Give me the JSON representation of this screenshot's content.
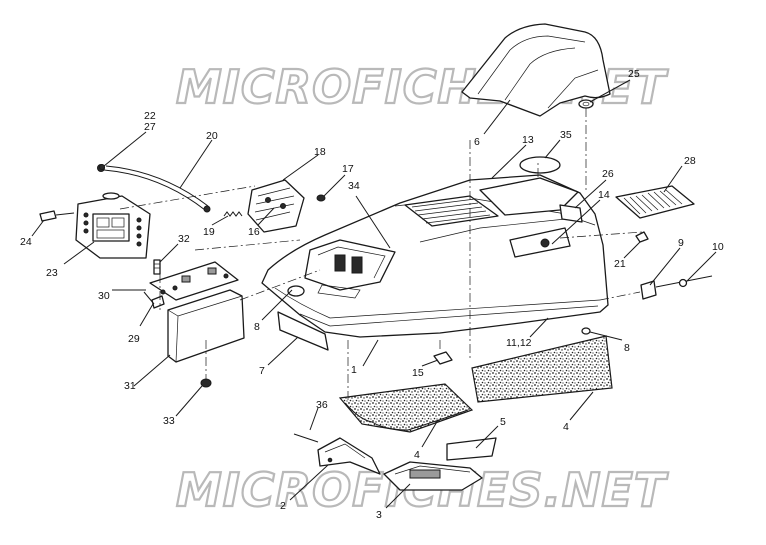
{
  "watermark": {
    "top_text": "MICROFICHES.NET",
    "bottom_text": "MICROFICHES.NET"
  },
  "callouts": {
    "c1": "1",
    "c2": "2",
    "c3": "3",
    "c4a": "4",
    "c4b": "4",
    "c5": "5",
    "c6": "6",
    "c7": "7",
    "c8a": "8",
    "c8b": "8",
    "c9": "9",
    "c10": "10",
    "c11_12": "11,12",
    "c13": "13",
    "c14": "14",
    "c15": "15",
    "c16": "16",
    "c17": "17",
    "c18": "18",
    "c19": "19",
    "c20": "20",
    "c21": "21",
    "c22": "22",
    "c23": "23",
    "c24": "24",
    "c25": "25",
    "c26": "26",
    "c27": "27",
    "c28": "28",
    "c29": "29",
    "c30": "30",
    "c31": "31",
    "c32": "32",
    "c33": "33",
    "c34": "34",
    "c35": "35",
    "c36": "36"
  }
}
